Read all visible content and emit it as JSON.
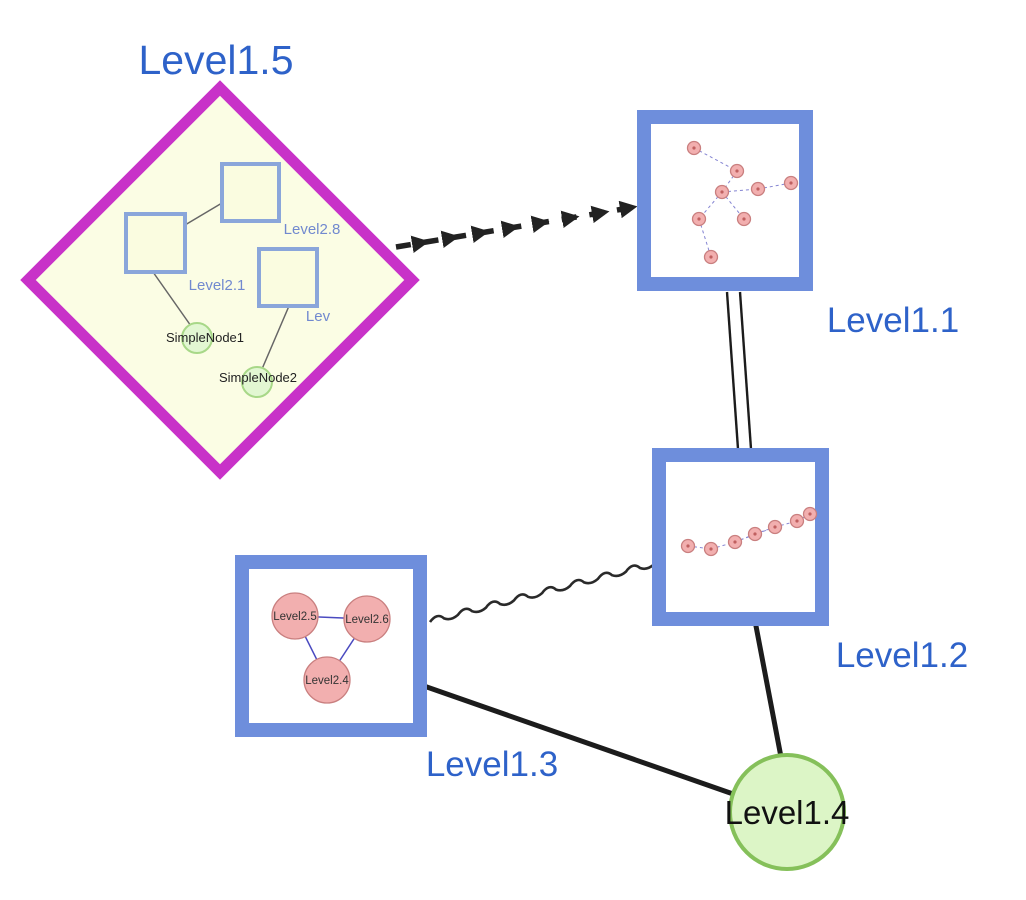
{
  "labels": {
    "level1_5": "Level1.5",
    "level1_1": "Level1.1",
    "level1_2": "Level1.2",
    "level1_3": "Level1.3",
    "level1_4": "Level1.4",
    "level2_8": "Level2.8",
    "level2_1": "Level2.1",
    "level2_lev": "Lev",
    "simple_node_1": "SimpleNode1",
    "simple_node_2": "SimpleNode2",
    "level2_5": "Level2.5",
    "level2_6": "Level2.6",
    "level2_4": "Level2.4"
  },
  "colors": {
    "label_blue": "#2e62c9",
    "group_border_blue": "#6e8edc",
    "diamond_border_magenta": "#c832c8",
    "diamond_fill_yellow": "#fbfde4",
    "inner_square_border_blue": "#8aa6da",
    "pink_node_fill": "#f2afaf",
    "pink_node_border": "#c97f7f",
    "green_node_fill": "#dcf5c6",
    "green_node_border": "#85c05a",
    "edge_black": "#1c1c1c",
    "inner_edge_blue": "#4a4ac0"
  },
  "graph_structure": {
    "top_level_nodes": [
      {
        "id": "Level1.5",
        "shape": "diamond-group",
        "children": [
          "Level2.8",
          "Level2.1",
          "Lev",
          "SimpleNode1",
          "SimpleNode2"
        ]
      },
      {
        "id": "Level1.1",
        "shape": "square-group",
        "content": "small pink node graph, dashed blue edges"
      },
      {
        "id": "Level1.2",
        "shape": "square-group",
        "content": "small pink node chain, dashed blue edges"
      },
      {
        "id": "Level1.3",
        "shape": "square-group",
        "children": [
          "Level2.5",
          "Level2.6",
          "Level2.4"
        ]
      },
      {
        "id": "Level1.4",
        "shape": "green-circle"
      }
    ],
    "edges": [
      {
        "from": "Level1.5",
        "to": "Level1.1",
        "style": "dashed-with-arrowheads"
      },
      {
        "from": "Level1.1",
        "to": "Level1.2",
        "style": "double-parallel-line"
      },
      {
        "from": "Level1.3",
        "to": "Level1.2",
        "style": "wavy-line"
      },
      {
        "from": "Level1.3",
        "to": "Level1.4",
        "style": "solid-line"
      },
      {
        "from": "Level1.2",
        "to": "Level1.4",
        "style": "solid-line"
      }
    ]
  }
}
